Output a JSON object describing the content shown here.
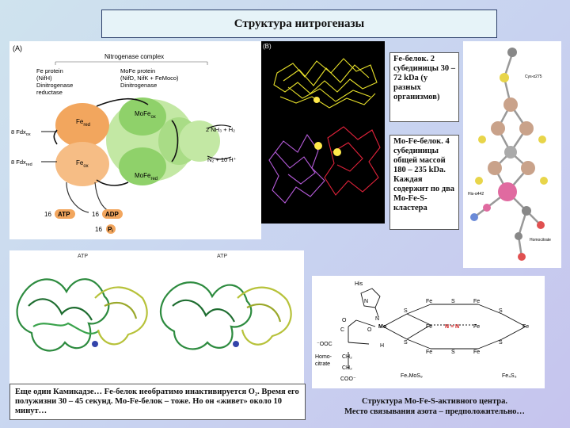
{
  "title": "Структура нитрогеназы",
  "figA": {
    "panel_label": "(A)",
    "complex": "Nitrogenase complex",
    "fe_protein": "Fe protein",
    "fe_gene": "(NifH)",
    "dinitrogenase_reductase_1": "Dinitrogenase",
    "dinitrogenase_reductase_2": "reductase",
    "mofe_protein": "MoFe protein",
    "mofe_genes": "(NifD, NifK + FeMoco)",
    "dinitrogenase": "Dinitrogenase",
    "fe_red": "Fe",
    "fe_red_sub": "red",
    "fe_ox": "Fe",
    "fe_ox_sub": "ox",
    "mofe_ox": "MoFe",
    "mofe_ox_sub": "ox",
    "mofe_red": "MoFe",
    "mofe_red_sub": "red",
    "fdx_ox": "8 Fdx",
    "fdx_ox_sub": "ox",
    "fdx_red": "8 Fdx",
    "fdx_red_sub": "red",
    "nh3": "2 NH₃ + H₂",
    "n2": "N₂ + 10 H⁺",
    "atp_coef": "16",
    "atp": "ATP",
    "adp_coef": "16",
    "adp": "ADP",
    "pi_coef": "16",
    "pi": "Pᵢ"
  },
  "figB": {
    "panel_label": "(B)"
  },
  "figC": {
    "label_cys": "Cys-α275",
    "label_his": "His-α442",
    "label_homo": "Homocitrate"
  },
  "figD": {
    "atp_left": "ATP",
    "atp_right": "ATP"
  },
  "figE": {
    "his": "His",
    "n": "N",
    "nh": "N",
    "o1": "O",
    "o2": "O",
    "c": "C",
    "ooc": "⁻OOC",
    "ch2a": "CH₂",
    "ch2b": "CH₂",
    "coo": "COO⁻",
    "homo1": "Homo-",
    "homo2": "citrate",
    "h": "H",
    "mo": "Mo",
    "fe": "Fe",
    "s": "S",
    "n2": "N ≡ N",
    "femo": "Fe₇MoS₉",
    "fe4s3": "Fe₄S₃"
  },
  "notes": {
    "fe_protein": "Fe-белок. 2 субединицы 30 – 72 kDa (у разных организмов)",
    "mofe_protein": "Mo-Fe-белок. 4 субединицы общей массой 180 – 235 kDa. Каждая содержит по два Mo-Fe-S-кластера",
    "bottom": "Еще один Камикадзе… Fe-белок необратимо инактивируется O₂. Время его полужизни 30 – 45 секунд. Mo-Fe-белок – тоже. Но он «живет» около 10 минут…"
  },
  "caption": {
    "line1": "Структура Mo-Fe-S-активного центра.",
    "line2": "Место связывания азота – предположительно…"
  },
  "colors": {
    "green": "#8fd16a",
    "orange": "#f2a65e",
    "pink": "#e06aa0",
    "tan": "#c9a28a"
  }
}
